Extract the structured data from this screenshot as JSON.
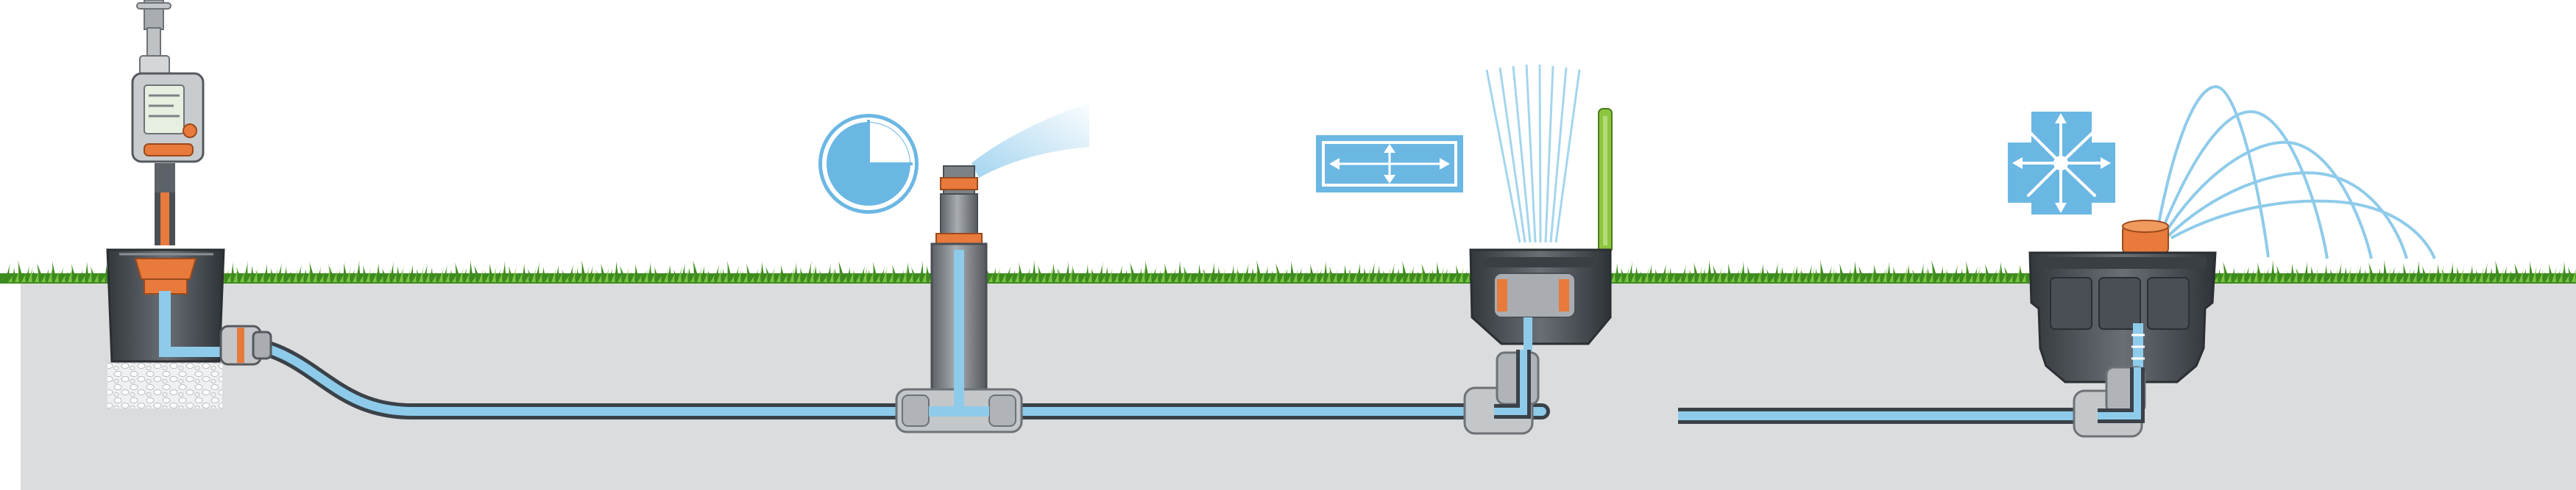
{
  "colors": {
    "background": "#ffffff",
    "soil": "#dbdcdd",
    "grass_dark": "#3d8b1f",
    "grass_light": "#7cc142",
    "pipe_outline": "#3a4148",
    "pipe_water": "#8ecbea",
    "water_light": "#bfe2f4",
    "accent_orange": "#e87a3c",
    "device_gray": "#7d8287",
    "device_dark": "#4a4f55",
    "icon_blue": "#6bb7e3",
    "lime_green": "#8cc63f"
  },
  "icons": {
    "rotation_angle": "quarter-circle-sector-icon",
    "rectangle_area": "rectangular-spray-area-icon",
    "multi_direction": "multi-direction-spray-icon"
  },
  "components": [
    "water-tap",
    "water-computer",
    "tap-connector-box",
    "pipe-connector",
    "supply-pipe",
    "pop-up-sprinkler",
    "oscillating-sprinkler",
    "pipe-elbow",
    "rotary-sprinkler"
  ]
}
